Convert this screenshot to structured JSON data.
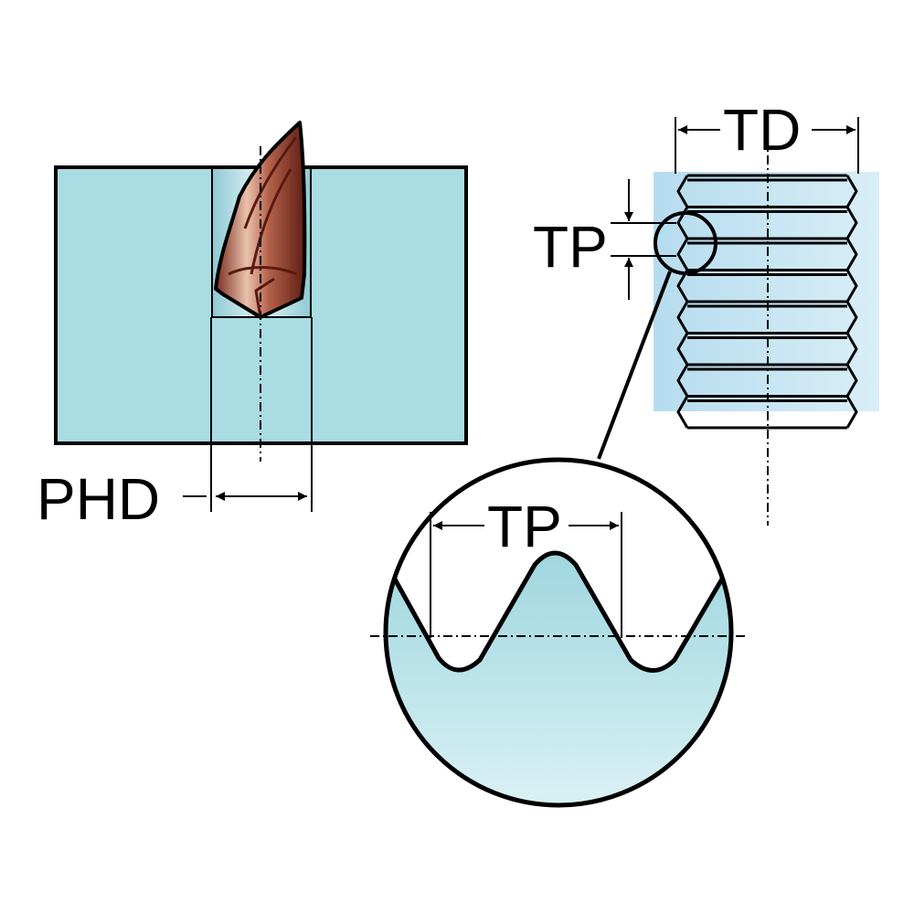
{
  "labels": {
    "phd": "PHD",
    "tp_left": "TP",
    "td": "TD",
    "tp_detail": "TP"
  },
  "colors": {
    "workpiece": "#a9dce3",
    "thread_bg": "#c7e6f1",
    "drill": "#c98468",
    "outline": "#000000"
  }
}
